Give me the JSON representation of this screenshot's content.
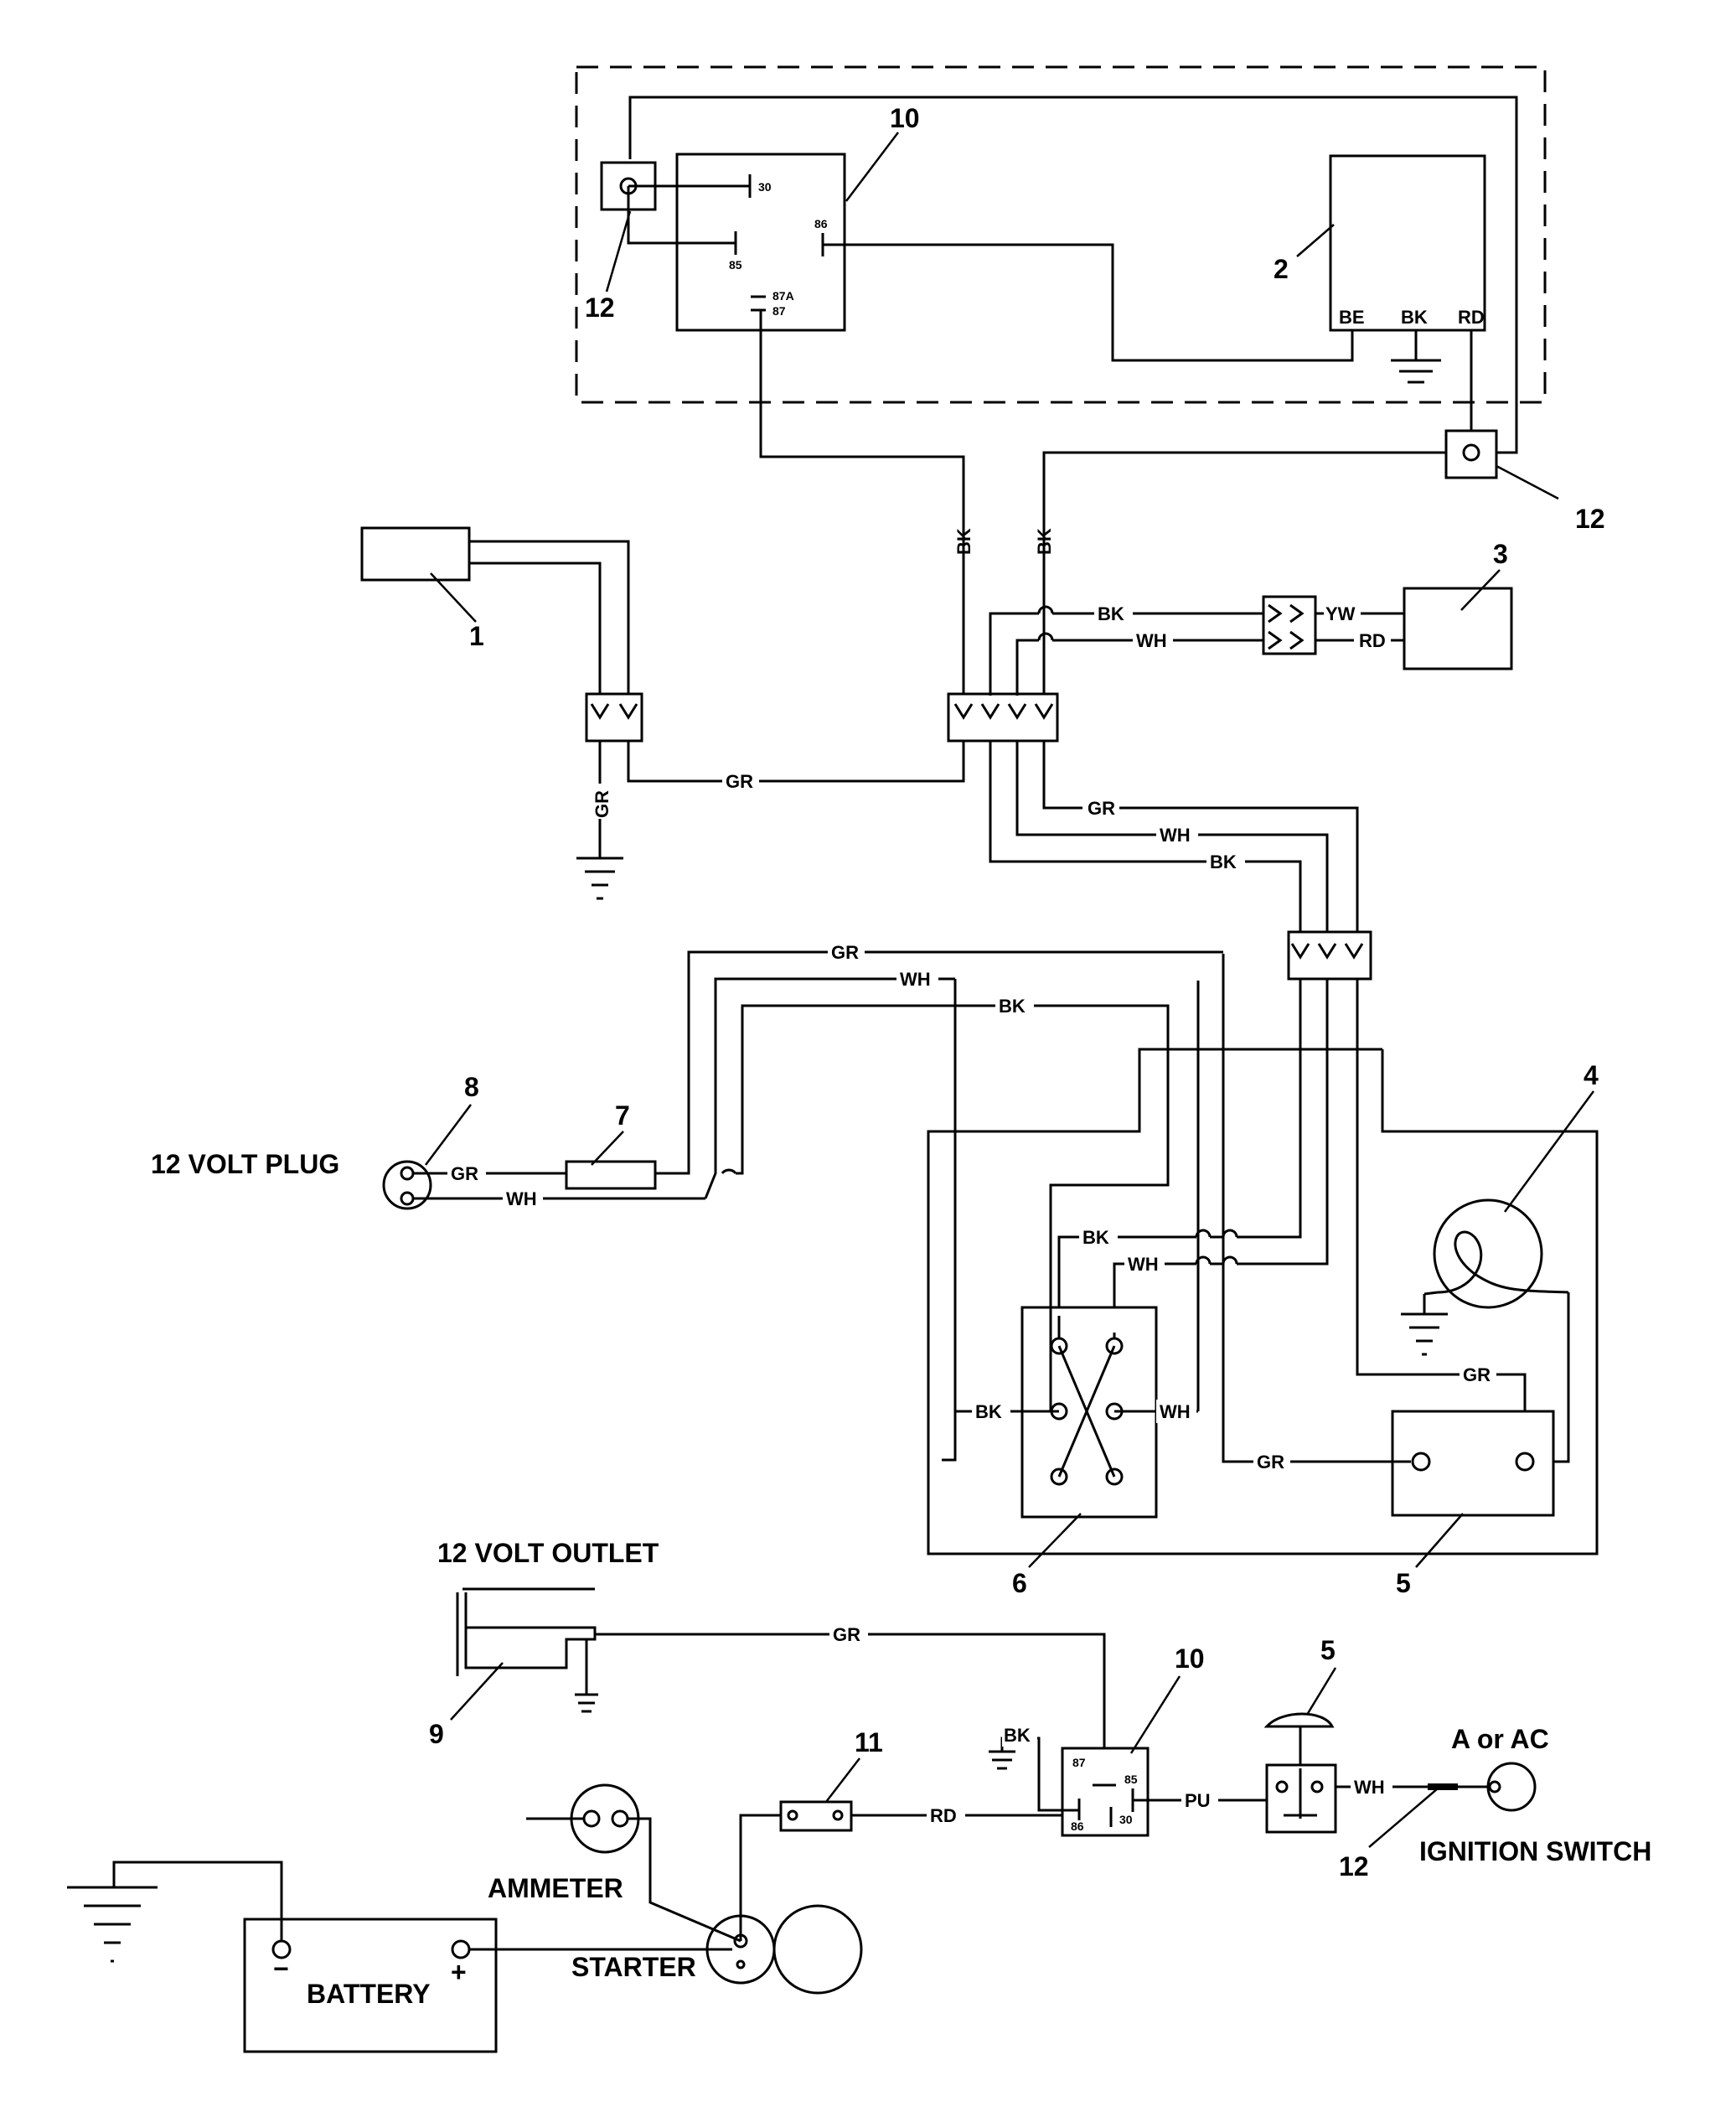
{
  "callouts": {
    "n1": "1",
    "n2": "2",
    "n3": "3",
    "n4": "4",
    "n5": "5",
    "n6": "6",
    "n7": "7",
    "n8": "8",
    "n9": "9",
    "n10": "10",
    "n11": "11",
    "n12": "12"
  },
  "components": {
    "relay_pins": {
      "p30": "30",
      "p85": "85",
      "p86": "86",
      "p87a": "87A",
      "p87": "87"
    },
    "module_terms": {
      "be": "BE",
      "bk": "BK",
      "rd": "RD"
    },
    "plug_label": "12 VOLT PLUG",
    "outlet_label": "12 VOLT OUTLET",
    "ammeter_label": "AMMETER",
    "starter_label": "STARTER",
    "battery_label": "BATTERY",
    "battery_neg": "−",
    "battery_pos": "+",
    "ignition_label": "IGNITION SWITCH",
    "ignition_pos": "A or AC"
  },
  "wires": {
    "bk": "BK",
    "wh": "WH",
    "gr": "GR",
    "rd": "RD",
    "yw": "YW",
    "pu": "PU"
  }
}
